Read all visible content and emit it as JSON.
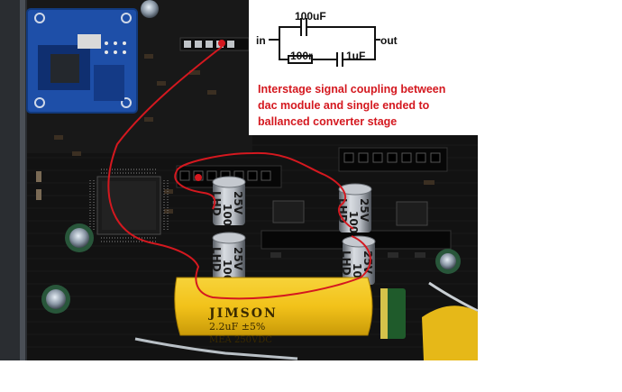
{
  "schematic": {
    "input_label": "in",
    "output_label": "out",
    "capacitor_main_value": "100uF",
    "resistor_value": "100r",
    "capacitor_bypass_value": "1uF"
  },
  "caption": {
    "line1": "Interstage signal coupling between",
    "line2": "dac module and single ended to",
    "line3": "ballanced converter stage"
  },
  "capacitors": {
    "electrolytic_rating": "25V",
    "electrolytic_value": "100",
    "electrolytic_brand": "LHD"
  },
  "film_capacitor": {
    "brand": "JIMSON",
    "value": "2.2uF  ±5%",
    "rating": "MEA   250VDC"
  },
  "colors": {
    "annotation_red": "#d4181f",
    "board_black": "#141414",
    "film_yellow": "#f2c21a",
    "bt_module_blue": "#1e4fa8"
  }
}
